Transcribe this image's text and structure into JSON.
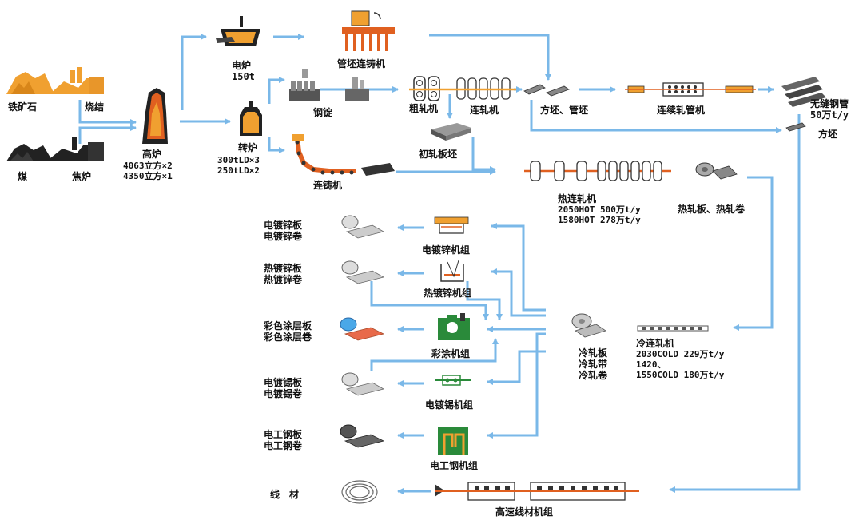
{
  "colors": {
    "arrow": "#7ab8e8",
    "orange": "#f0a030",
    "dark": "#222222",
    "green": "#2a8a3a",
    "molten": "#e06020"
  },
  "labels": {
    "iron_ore": "铁矿石",
    "sintering": "烧结",
    "coal": "煤",
    "coke_oven": "焦炉",
    "blast_furnace": "高炉",
    "bf_cap1": "4063立方×2",
    "bf_cap2": "4350立方×1",
    "eaf": "电炉",
    "eaf_cap": "150t",
    "pipe_caster": "管坯连铸机",
    "converter": "转炉",
    "conv_cap1": "300tLD×3",
    "conv_cap2": "250tLD×2",
    "ingot": "钢锭",
    "caster": "连铸机",
    "roughing": "粗轧机",
    "cont_mill": "连轧机",
    "billet_tube": "方坯、管坯",
    "tube_mill": "连续轧管机",
    "seamless": "无缝钢管",
    "seamless_cap": "50万t/y",
    "billet": "方坯",
    "slab": "初轧板坯",
    "hot_mill": "热连轧机",
    "hot_cap1": "2050HOT 500万t/y",
    "hot_cap2": "1580HOT 278万t/y",
    "hot_product": "热轧板、热轧卷",
    "cold_mill": "冷连轧机",
    "cold_cap1": "2030COLD 229万t/y",
    "cold_cap2": "1420、",
    "cold_cap3": "1550COLD 180万t/y",
    "cold_p1": "冷轧板",
    "cold_p2": "冷轧带",
    "cold_p3": "冷轧卷",
    "egalv_p1": "电镀锌板",
    "egalv_p2": "电镀锌卷",
    "egalv_unit": "电镀锌机组",
    "hgalv_p1": "热镀锌板",
    "hgalv_p2": "热镀锌卷",
    "hgalv_unit": "热镀锌机组",
    "color_p1": "彩色涂层板",
    "color_p2": "彩色涂层卷",
    "color_unit": "彩涂机组",
    "tin_p1": "电镀锡板",
    "tin_p2": "电镀锡卷",
    "tin_unit": "电镀锡机组",
    "elec_p1": "电工钢板",
    "elec_p2": "电工钢卷",
    "elec_unit": "电工钢机组",
    "wire": "线　材",
    "wire_unit": "高速线材机组"
  }
}
